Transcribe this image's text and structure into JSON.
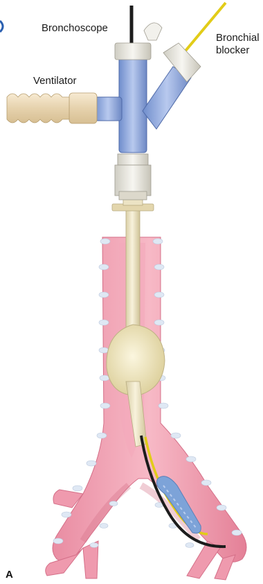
{
  "labels": {
    "bronchoscope": "Bronchoscope",
    "ventilator": "Ventilator",
    "bronchial_blocker_line1": "Bronchial",
    "bronchial_blocker_line2": "blocker",
    "panel": "A"
  },
  "colors": {
    "tissue": "#f2a6b6",
    "tissue_dark": "#dd7a90",
    "ring": "#dce6f2",
    "tube": "#efe6c6",
    "adapter_blue": "#8fa8dc",
    "blocker": "#e7d11e",
    "scope": "#1c1c1c",
    "connector": "#e9e7df"
  },
  "icons": {
    "cap": "hinged-cap-icon",
    "elbow": "corrugated-elbow-icon"
  }
}
